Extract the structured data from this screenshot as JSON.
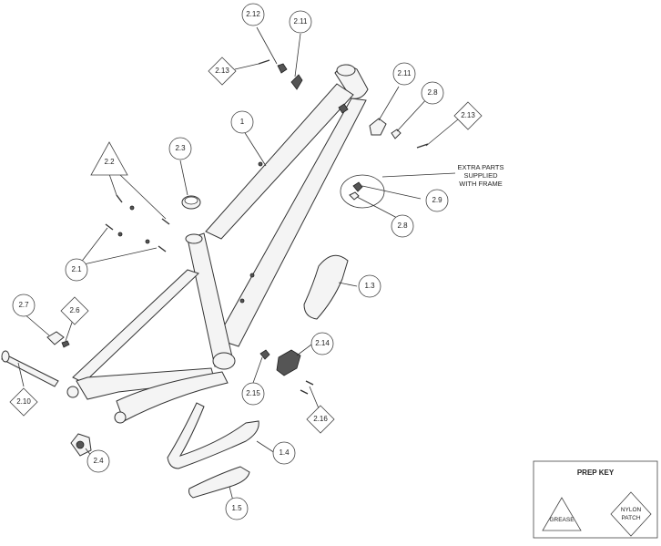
{
  "callouts": [
    {
      "id": "c-2-12",
      "label": "2.12",
      "shape": "circle"
    },
    {
      "id": "c-2-11a",
      "label": "2.11",
      "shape": "circle"
    },
    {
      "id": "c-2-13a",
      "label": "2.13",
      "shape": "diamond"
    },
    {
      "id": "c-2-11b",
      "label": "2.11",
      "shape": "circle"
    },
    {
      "id": "c-2-8a",
      "label": "2.8",
      "shape": "circle"
    },
    {
      "id": "c-2-13b",
      "label": "2.13",
      "shape": "diamond"
    },
    {
      "id": "c-1",
      "label": "1",
      "shape": "circle"
    },
    {
      "id": "c-2-3",
      "label": "2.3",
      "shape": "circle"
    },
    {
      "id": "c-2-2",
      "label": "2.2",
      "shape": "triangle"
    },
    {
      "id": "c-2-9",
      "label": "2.9",
      "shape": "circle"
    },
    {
      "id": "c-2-8b",
      "label": "2.8",
      "shape": "circle"
    },
    {
      "id": "c-2-1",
      "label": "2.1",
      "shape": "circle"
    },
    {
      "id": "c-1-3",
      "label": "1.3",
      "shape": "circle"
    },
    {
      "id": "c-2-7",
      "label": "2.7",
      "shape": "circle"
    },
    {
      "id": "c-2-6",
      "label": "2.6",
      "shape": "diamond"
    },
    {
      "id": "c-2-14",
      "label": "2.14",
      "shape": "circle"
    },
    {
      "id": "c-2-10",
      "label": "2.10",
      "shape": "diamond"
    },
    {
      "id": "c-2-15",
      "label": "2.15",
      "shape": "circle"
    },
    {
      "id": "c-2-16",
      "label": "2.16",
      "shape": "diamond"
    },
    {
      "id": "c-2-4",
      "label": "2.4",
      "shape": "circle"
    },
    {
      "id": "c-1-4",
      "label": "1.4",
      "shape": "circle"
    },
    {
      "id": "c-1-5",
      "label": "1.5",
      "shape": "circle"
    }
  ],
  "extra_parts_note": [
    "EXTRA PARTS",
    "SUPPLIED",
    "WITH FRAME"
  ],
  "prep_key": {
    "title": "PREP KEY",
    "grease_label": "GREASE",
    "nylon_label_line1": "NYLON",
    "nylon_label_line2": "PATCH"
  }
}
